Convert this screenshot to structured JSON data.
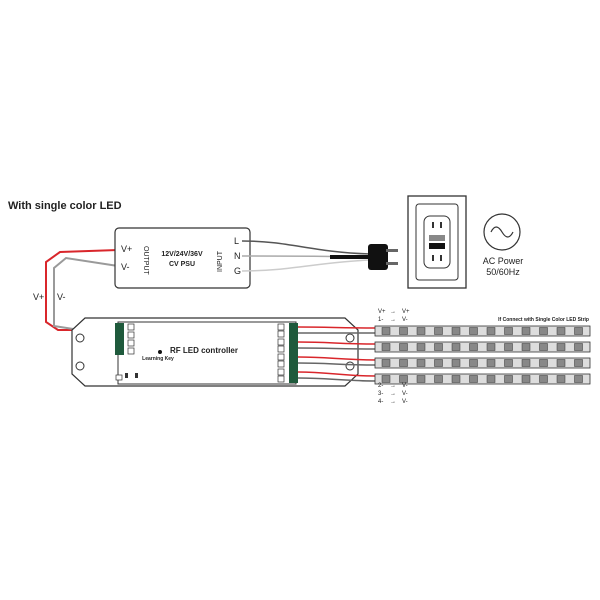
{
  "title": "With single color LED",
  "psu": {
    "vplus": "V+",
    "vminus": "V-",
    "output": "OUTPUT",
    "model": "12V/24V/36V",
    "type": "CV PSU",
    "input": "INPUT",
    "l": "L",
    "n": "N",
    "g": "G"
  },
  "ac": {
    "line1": "AC Power",
    "line2": "50/60Hz"
  },
  "wire_labels": {
    "vplus": "V+",
    "vminus": "V-"
  },
  "controller": {
    "name": "RF LED controller",
    "key": "Learning Key"
  },
  "strip": {
    "note": "If Connect with Single Color LED Strip",
    "top_map": [
      [
        "V+",
        "V+"
      ],
      [
        "1-",
        "V-"
      ]
    ],
    "bottom_map": [
      [
        "2-",
        "V-"
      ],
      [
        "3-",
        "V-"
      ],
      [
        "4-",
        "V-"
      ]
    ]
  },
  "colors": {
    "red": "#d9262b",
    "wire_gray": "#9a9a9a",
    "terminal": "#1f5a3c"
  }
}
